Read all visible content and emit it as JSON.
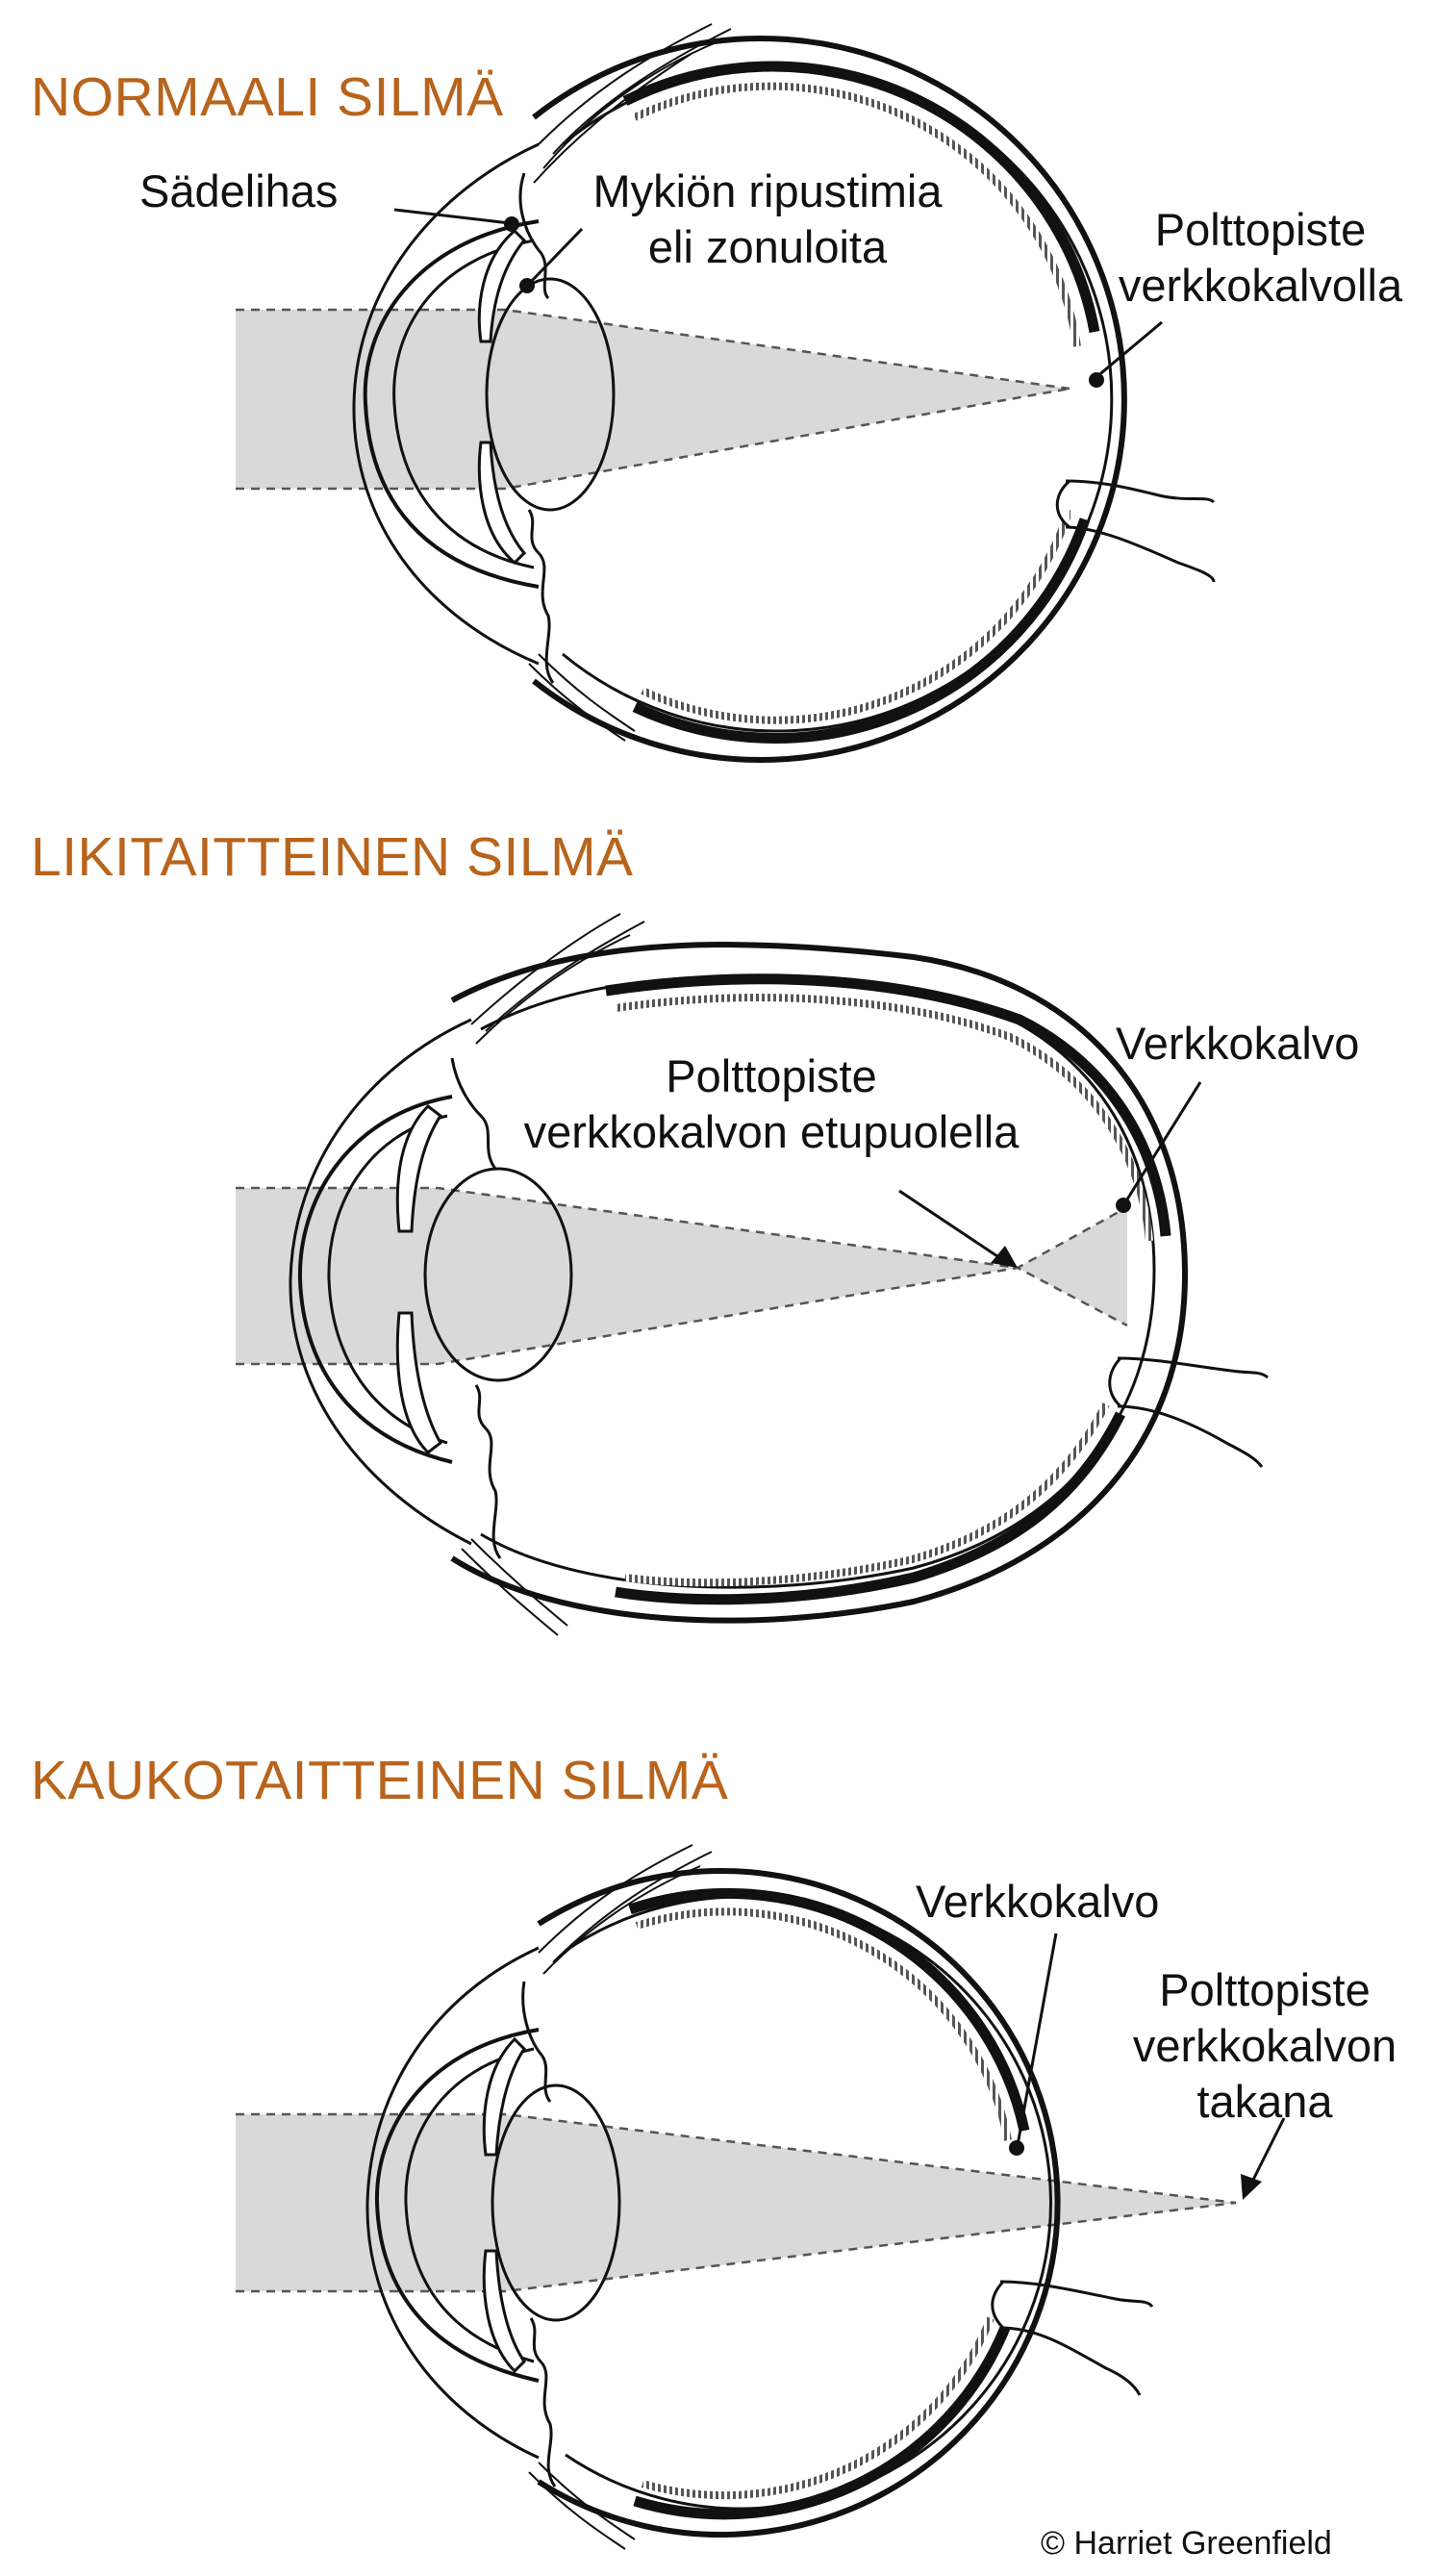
{
  "colors": {
    "title": "#b8641c",
    "ink": "#111111",
    "beam": "#d9d9d9",
    "background": "#ffffff"
  },
  "sections": [
    {
      "id": "normal",
      "title": "NORMAALI SILMÄ",
      "labels": {
        "ciliary": "Sädelihas",
        "zonule_line1": "Mykiön ripustimia",
        "zonule_line2": "eli zonuloita",
        "focus_line1": "Polttopiste",
        "focus_line2": "verkkokalvolla"
      }
    },
    {
      "id": "myopic",
      "title": "LIKITAITTEINEN SILMÄ",
      "labels": {
        "retina": "Verkkokalvo",
        "focus_line1": "Polttopiste",
        "focus_line2": "verkkokalvon etupuolella"
      }
    },
    {
      "id": "hyperopic",
      "title": "KAUKOTAITTEINEN SILMÄ",
      "labels": {
        "retina": "Verkkokalvo",
        "focus_line1": "Polttopiste",
        "focus_line2": "verkkokalvon",
        "focus_line3": "takana"
      }
    }
  ],
  "copyright": "© Harriet Greenfield"
}
